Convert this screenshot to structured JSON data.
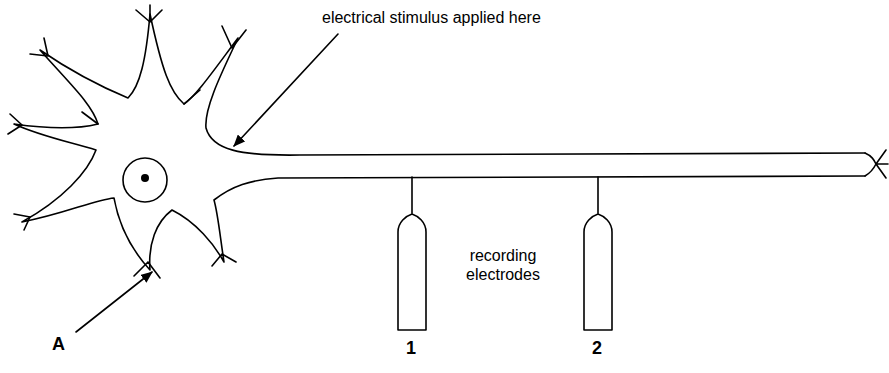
{
  "diagram": {
    "labels": [
      "electrical stimulus applied here",
      "recording electrodes",
      "1",
      "2",
      "A"
    ]
  }
}
